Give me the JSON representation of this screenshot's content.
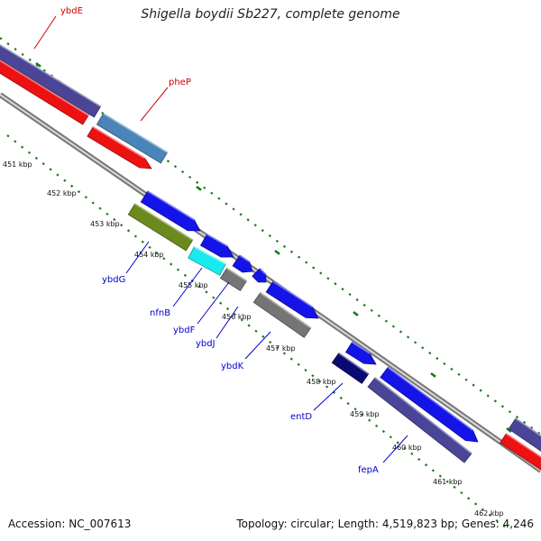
{
  "title": "Shigella boydii Sb227, complete genome",
  "footer": {
    "accession": "Accession: NC_007613",
    "summary": "Topology: circular; Length: 4,519,823 bp; Genes: 4,246"
  },
  "colors": {
    "background": "#ffffff",
    "backbone": "#777777",
    "tick": "#1a7a1a",
    "red_label": "#cc0000",
    "blue_label": "#0000cc"
  },
  "ticks": [
    {
      "label": "451 kbp"
    },
    {
      "label": "452 kbp"
    },
    {
      "label": "453 kbp"
    },
    {
      "label": "454 kbp"
    },
    {
      "label": "455 kbp"
    },
    {
      "label": "456 kbp"
    },
    {
      "label": "457 kbp"
    },
    {
      "label": "458 kbp"
    },
    {
      "label": "459 kbp"
    },
    {
      "label": "460 kbp"
    },
    {
      "label": "461 kbp"
    },
    {
      "label": "462 kbp"
    }
  ],
  "gene_labels": [
    {
      "name": "ybdE",
      "color": "#cc0000"
    },
    {
      "name": "pheP",
      "color": "#cc0000"
    },
    {
      "name": "ybdG",
      "color": "#0000cc"
    },
    {
      "name": "nfnB",
      "color": "#0000cc"
    },
    {
      "name": "ybdF",
      "color": "#0000cc"
    },
    {
      "name": "ybdJ",
      "color": "#0000cc"
    },
    {
      "name": "ybdK",
      "color": "#0000cc"
    },
    {
      "name": "entD",
      "color": "#0000cc"
    },
    {
      "name": "fepA",
      "color": "#0000cc"
    }
  ],
  "feature_colors": {
    "purple": "#4b4597",
    "red": "#ee1111",
    "steelblue": "#4a84b8",
    "blue": "#1414e8",
    "olive": "#6b8a1e",
    "cyan": "#19eaf0",
    "gray": "#757575",
    "navy": "#0a0a72"
  }
}
